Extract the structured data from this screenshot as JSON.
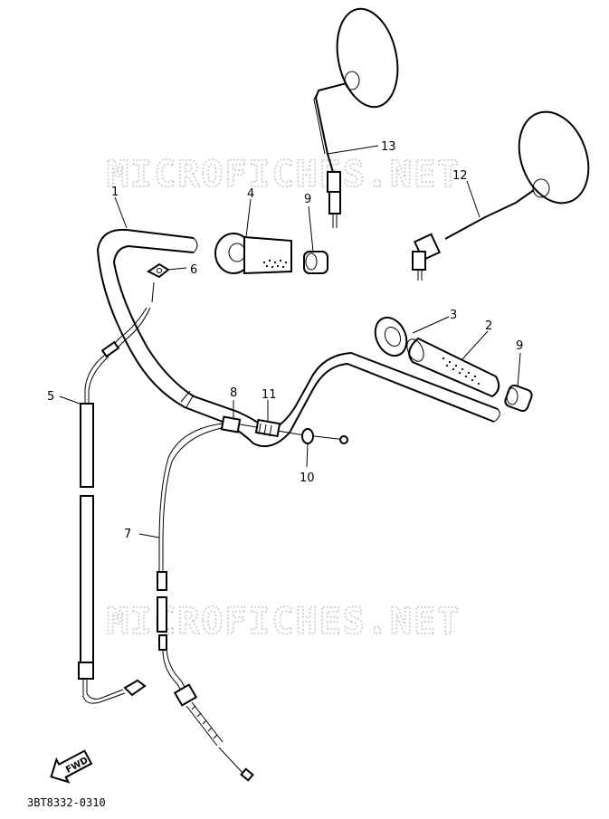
{
  "watermarks": [
    "MICROFICHES.NET",
    "MICROFICHES.NET"
  ],
  "callouts": [
    {
      "id": "c1",
      "label": "1"
    },
    {
      "id": "c2",
      "label": "2"
    },
    {
      "id": "c3",
      "label": "3"
    },
    {
      "id": "c4",
      "label": "4"
    },
    {
      "id": "c5",
      "label": "5"
    },
    {
      "id": "c6",
      "label": "6"
    },
    {
      "id": "c7",
      "label": "7"
    },
    {
      "id": "c8",
      "label": "8"
    },
    {
      "id": "c9a",
      "label": "9"
    },
    {
      "id": "c9b",
      "label": "9"
    },
    {
      "id": "c10",
      "label": "10"
    },
    {
      "id": "c11",
      "label": "11"
    },
    {
      "id": "c12",
      "label": "12"
    },
    {
      "id": "c13",
      "label": "13"
    }
  ],
  "fwd_label": "FWD",
  "diagram_code": "3BT8332-0310"
}
